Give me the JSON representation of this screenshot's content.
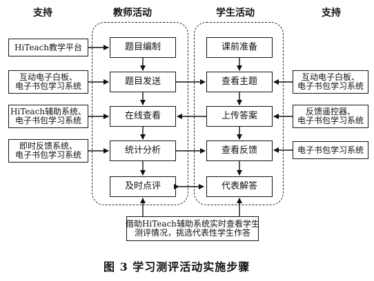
{
  "headers": {
    "left_support": "支持",
    "teacher": "教师活动",
    "student": "学生活动",
    "right_support": "支持"
  },
  "teacher_steps": [
    "题目编制",
    "题目发送",
    "在线查看",
    "统计分析",
    "及时点评"
  ],
  "student_steps": [
    "课前准备",
    "查看主题",
    "上传答案",
    "查看反馈",
    "代表解答"
  ],
  "left_supports": [
    [
      "HiTeach教学平台"
    ],
    [
      "互动电子白板、",
      "电子书包学习系统"
    ],
    [
      "HiTeach辅助系统、",
      "电子书包学习系统"
    ],
    [
      "即时反馈系统、",
      "电子书包学习系统"
    ]
  ],
  "right_supports": [
    [
      "互动电子白板、",
      "电子书包学习系统"
    ],
    [
      "反馈遥控器、",
      "电子书包学习系统"
    ],
    [
      "电子书包学习系统"
    ]
  ],
  "bottom_note": [
    "借助HiTeach辅助系统实时查看学生",
    "测评情况，挑选代表性学生作答"
  ],
  "caption": "图 3    学习测评活动实施步骤"
}
